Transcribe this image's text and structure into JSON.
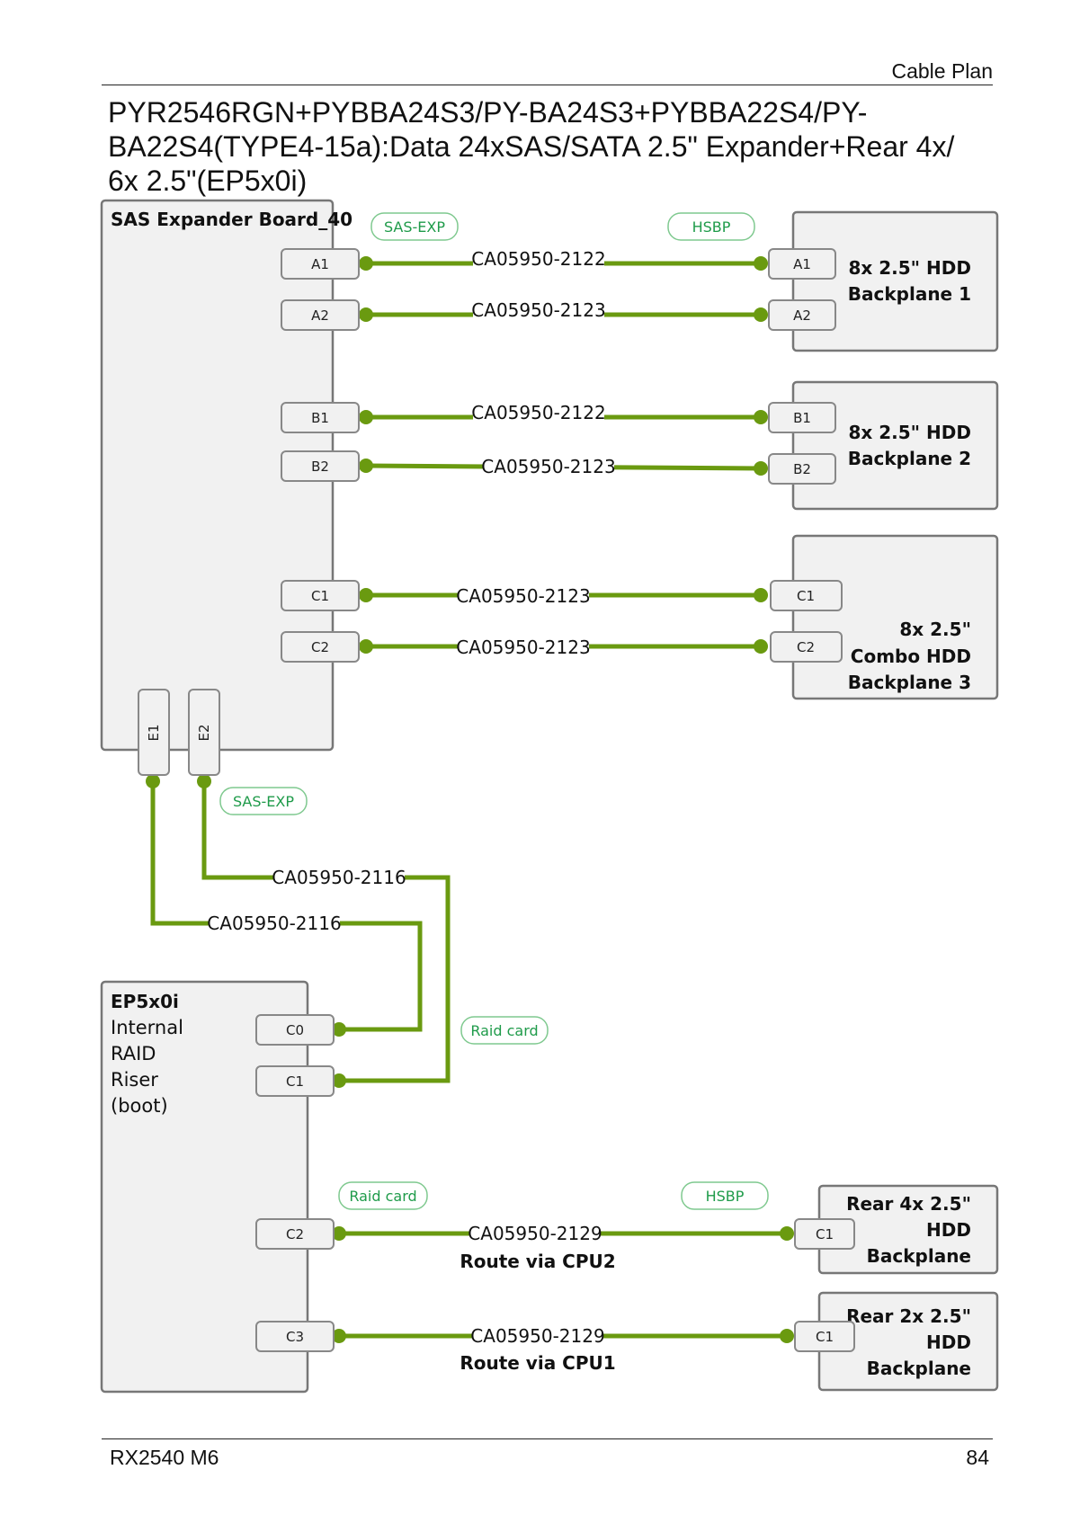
{
  "header": {
    "section": "Cable Plan"
  },
  "title": "PYR2546RGN+PYBBA24S3/PY-BA24S3+PYBBA22S4/PY-BA22S4(TYPE4-15a):Data 24xSAS/SATA 2.5\" Expander+Rear 4x/ 6x 2.5\"(EP5x0i)",
  "title_lines": [
    "PYR2546RGN+PYBBA24S3/PY-BA24S3+PYBBA22S4/PY-",
    "BA22S4(TYPE4-15a):Data 24xSAS/SATA 2.5\" Expander+Rear 4x/",
    "6x 2.5\"(EP5x0i)"
  ],
  "footer": {
    "model": "RX2540 M6",
    "page": "84"
  },
  "colors": {
    "cable": "#6a9a10",
    "box_fill": "#f1f1f1",
    "box_stroke": "#777777",
    "tag_text": "#1f9b4a",
    "tag_stroke": "#7fc98f"
  },
  "boards": {
    "expander": {
      "label": "SAS Expander Board_40"
    },
    "raid": {
      "label": "EP5x0i",
      "lines": [
        "Internal",
        "RAID",
        "Riser",
        "(boot)"
      ]
    },
    "bp1": {
      "lines": [
        "8x 2.5\" HDD",
        "Backplane 1"
      ]
    },
    "bp2": {
      "lines": [
        "8x 2.5\" HDD",
        "Backplane 2"
      ]
    },
    "bp3": {
      "lines": [
        "8x 2.5\"",
        "Combo HDD",
        "Backplane 3"
      ]
    },
    "rear4": {
      "lines": [
        "Rear 4x 2.5\"",
        "HDD",
        "Backplane"
      ]
    },
    "rear2": {
      "lines": [
        "Rear 2x 2.5\"",
        "HDD",
        "Backplane"
      ]
    }
  },
  "tags": {
    "sas_exp_top": "SAS-EXP",
    "hsbp_top": "HSBP",
    "sas_exp_mid": "SAS-EXP",
    "raid_card_mid": "Raid card",
    "raid_card_bottom": "Raid card",
    "hsbp_bottom": "HSBP"
  },
  "connectors": {
    "exp_a1": "A1",
    "exp_a2": "A2",
    "exp_b1": "B1",
    "exp_b2": "B2",
    "exp_c1": "C1",
    "exp_c2": "C2",
    "exp_e1": "E1",
    "exp_e2": "E2",
    "bp1_a1": "A1",
    "bp1_a2": "A2",
    "bp2_b1": "B1",
    "bp2_b2": "B2",
    "bp3_c1": "C1",
    "bp3_c2": "C2",
    "raid_c0": "C0",
    "raid_c1": "C1",
    "raid_c2": "C2",
    "raid_c3": "C3",
    "rear4_c1": "C1",
    "rear2_c1": "C1"
  },
  "cables": {
    "a1": "CA05950-2122",
    "a2": "CA05950-2123",
    "b1": "CA05950-2122",
    "b2": "CA05950-2123",
    "c1": "CA05950-2123",
    "c2": "CA05950-2123",
    "e2": "CA05950-2116",
    "e1": "CA05950-2116",
    "rear4": "CA05950-2129",
    "rear2": "CA05950-2129"
  },
  "routes": {
    "rear4": "Route via CPU2",
    "rear2": "Route via CPU1"
  }
}
